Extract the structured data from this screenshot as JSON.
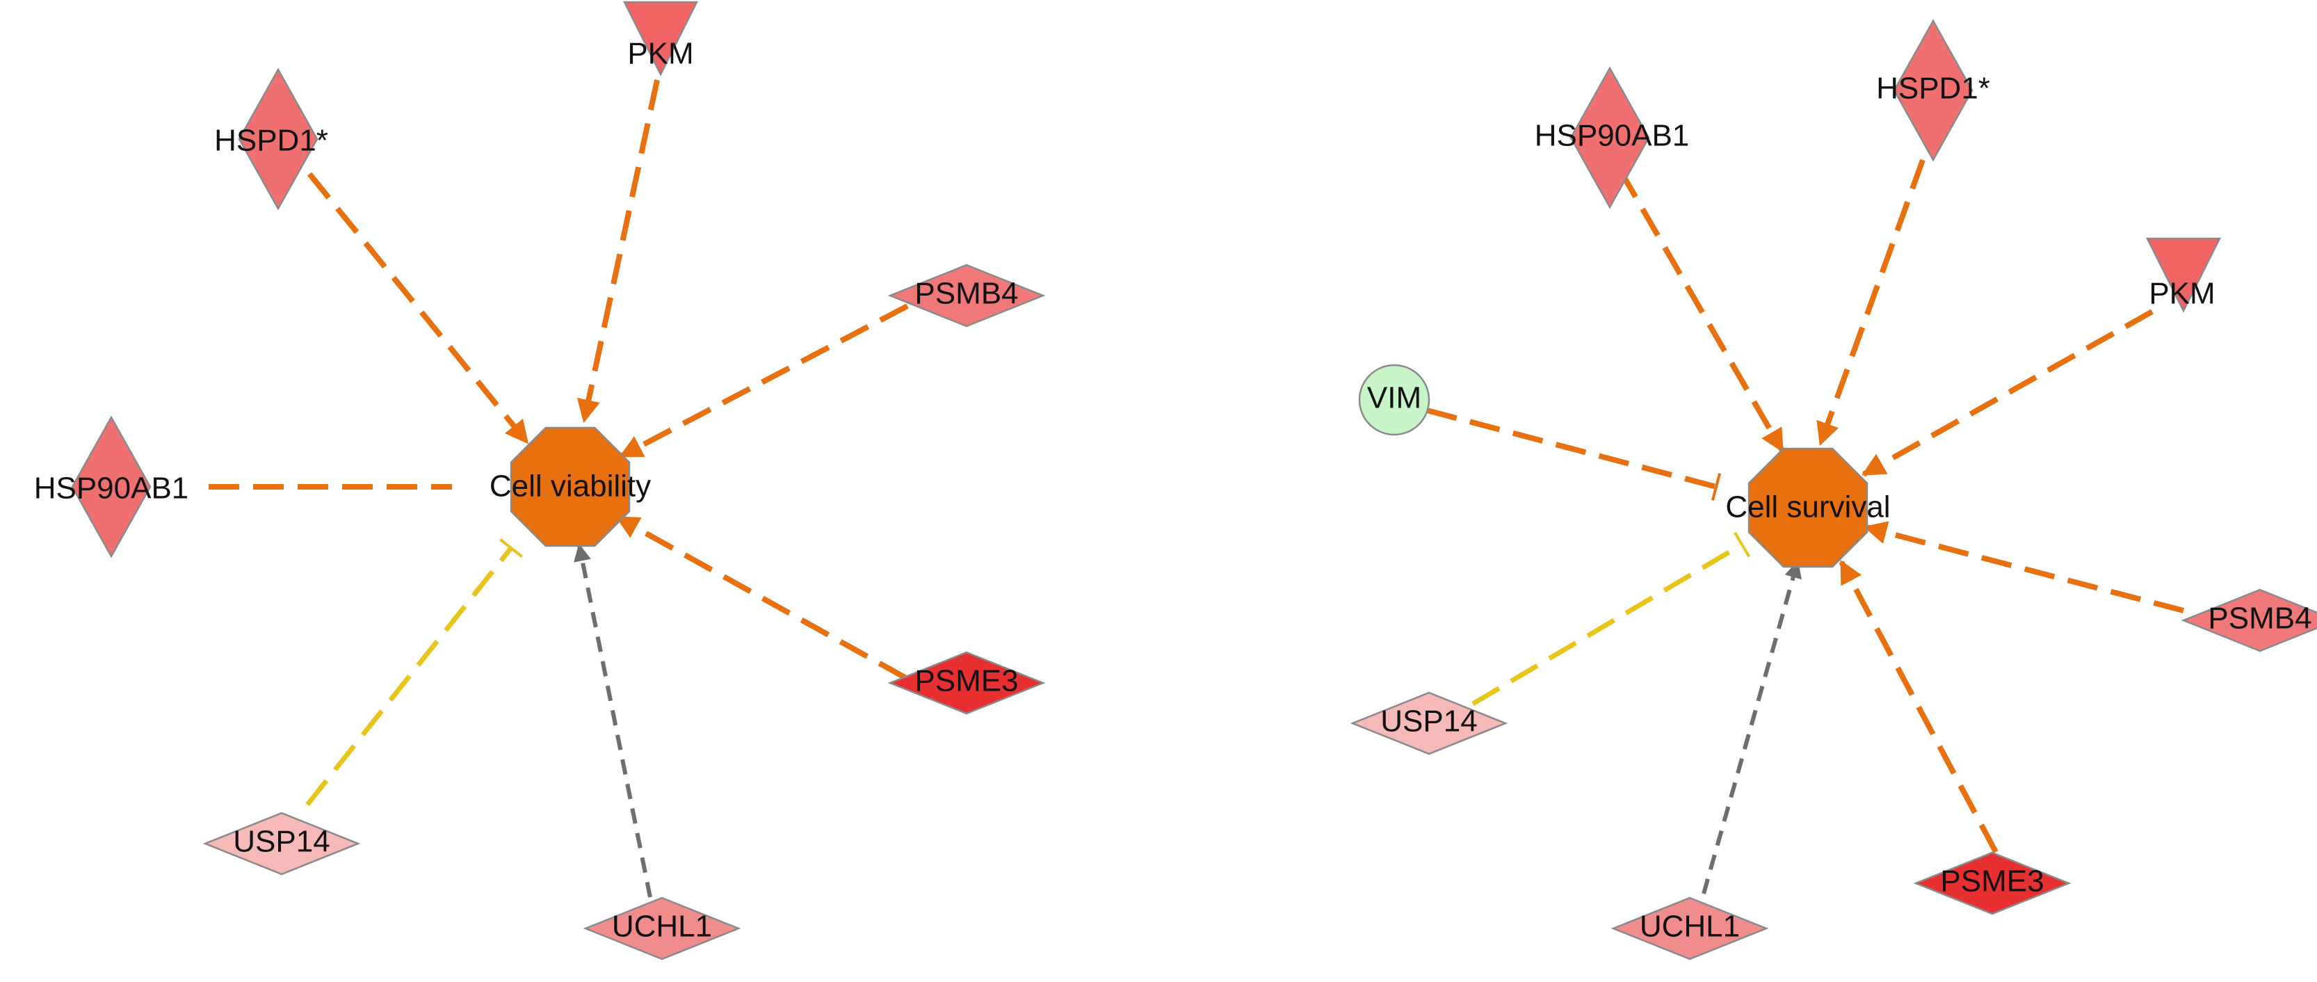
{
  "colors": {
    "activation": "#E8700E",
    "inhibition": "#E8C516",
    "unknown": "#6E6E6E",
    "outcome": "#E8700E"
  },
  "networks": [
    {
      "id": "left",
      "outcome": {
        "label": "Cell viability"
      },
      "nodes": [
        {
          "id": "hspd1",
          "label": "HSPD1*",
          "shape": "diamond-tall",
          "color": "#F07070"
        },
        {
          "id": "pkm",
          "label": "PKM",
          "shape": "triangle-down",
          "color": "#F26464"
        },
        {
          "id": "psmb4",
          "label": "PSMB4",
          "shape": "diamond-wide",
          "color": "#F07878"
        },
        {
          "id": "hsp90ab1",
          "label": "HSP90AB1",
          "shape": "diamond-tall",
          "color": "#F07070"
        },
        {
          "id": "psme3",
          "label": "PSME3",
          "shape": "diamond-wide",
          "color": "#E83030"
        },
        {
          "id": "usp14",
          "label": "USP14",
          "shape": "diamond-wide",
          "color": "#F7B8B8"
        },
        {
          "id": "uchl1",
          "label": "UCHL1",
          "shape": "diamond-wide",
          "color": "#F08C8C"
        }
      ],
      "edges": [
        {
          "from": "hspd1",
          "type": "activation"
        },
        {
          "from": "pkm",
          "type": "activation"
        },
        {
          "from": "psmb4",
          "type": "activation"
        },
        {
          "from": "hsp90ab1",
          "type": "activation-noarrow"
        },
        {
          "from": "psme3",
          "type": "activation"
        },
        {
          "from": "usp14",
          "type": "inhibition"
        },
        {
          "from": "uchl1",
          "type": "unknown"
        }
      ]
    },
    {
      "id": "right",
      "outcome": {
        "label": "Cell survival"
      },
      "nodes": [
        {
          "id": "hsp90ab1",
          "label": "HSP90AB1",
          "shape": "diamond-tall",
          "color": "#F07070"
        },
        {
          "id": "hspd1",
          "label": "HSPD1*",
          "shape": "diamond-tall",
          "color": "#F07070"
        },
        {
          "id": "pkm",
          "label": "PKM",
          "shape": "triangle-down",
          "color": "#F26464"
        },
        {
          "id": "vim",
          "label": "VIM",
          "shape": "circle",
          "color": "#C8F5C8"
        },
        {
          "id": "psmb4",
          "label": "PSMB4",
          "shape": "diamond-wide",
          "color": "#F07878"
        },
        {
          "id": "usp14",
          "label": "USP14",
          "shape": "diamond-wide",
          "color": "#F7B8B8"
        },
        {
          "id": "uchl1",
          "label": "UCHL1",
          "shape": "diamond-wide",
          "color": "#F08C8C"
        },
        {
          "id": "psme3",
          "label": "PSME3",
          "shape": "diamond-wide",
          "color": "#E83030"
        }
      ],
      "edges": [
        {
          "from": "hsp90ab1",
          "type": "activation"
        },
        {
          "from": "hspd1",
          "type": "activation"
        },
        {
          "from": "pkm",
          "type": "activation"
        },
        {
          "from": "vim",
          "type": "inhibition-orange"
        },
        {
          "from": "psmb4",
          "type": "activation"
        },
        {
          "from": "usp14",
          "type": "inhibition"
        },
        {
          "from": "uchl1",
          "type": "unknown"
        },
        {
          "from": "psme3",
          "type": "activation"
        }
      ]
    }
  ]
}
